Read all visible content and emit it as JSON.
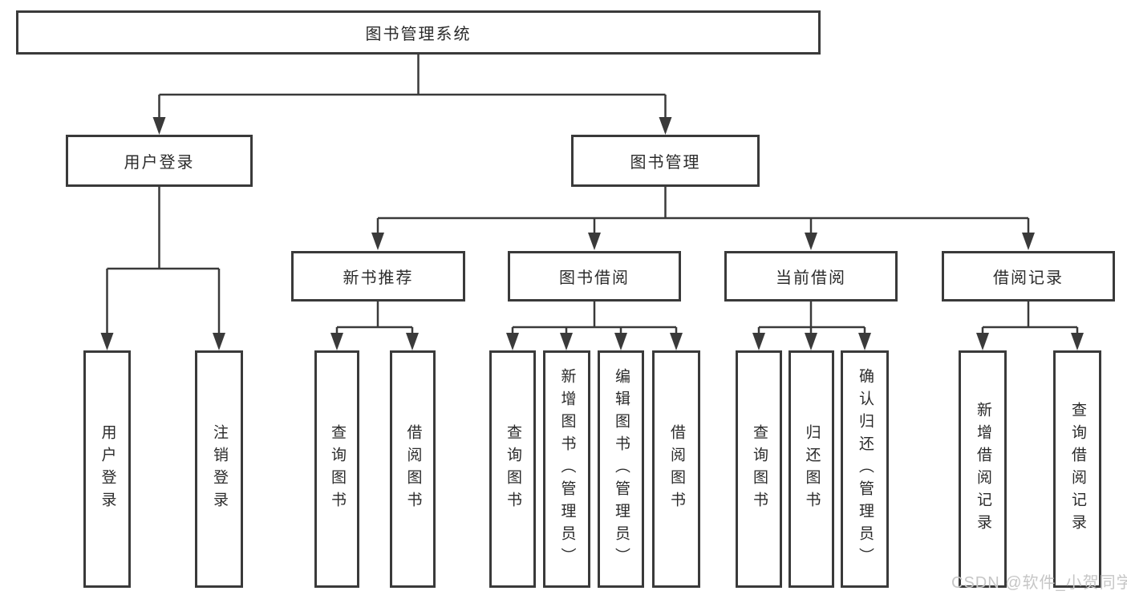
{
  "diagram": {
    "root": {
      "label": "图书管理系统"
    },
    "level2": {
      "user_login": {
        "label": "用户登录"
      },
      "book_mgmt": {
        "label": "图书管理"
      }
    },
    "level3": {
      "new_book_rec": {
        "label": "新书推荐"
      },
      "book_borrow": {
        "label": "图书借阅"
      },
      "current_borrow": {
        "label": "当前借阅"
      },
      "borrow_records": {
        "label": "借阅记录"
      }
    },
    "leaves": {
      "user_login": [
        "用户登录",
        "注销登录"
      ],
      "new_book_rec": [
        "查询图书",
        "借阅图书"
      ],
      "book_borrow": [
        "查询图书",
        "新增图书（管理员）",
        "编辑图书（管理员）",
        "借阅图书"
      ],
      "current_borrow": [
        "查询图书",
        "归还图书",
        "确认归还（管理员）"
      ],
      "borrow_records": [
        "新增借阅记录",
        "查询借阅记录"
      ]
    },
    "watermark": "CSDN @软件_小贺同学"
  },
  "colors": {
    "line": "#3a3a3a",
    "text": "#2b2b2b",
    "watermark": "#c6c6c6",
    "background": "#ffffff"
  }
}
